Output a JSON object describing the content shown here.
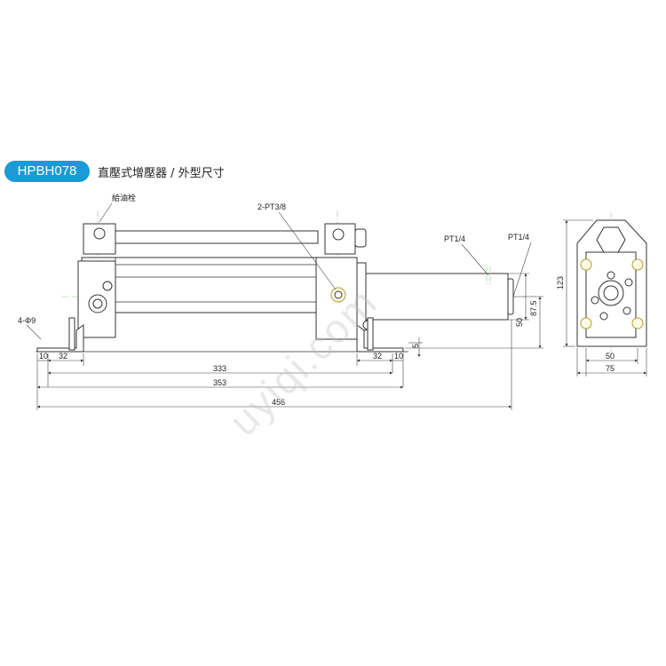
{
  "header": {
    "model_badge": "HPBH078",
    "subtitle": "直壓式增壓器 / 外型尺寸"
  },
  "labels": {
    "oil_plug": "給油栓",
    "port_pt38": "2-PT3/8",
    "port_pt14_a": "PT1/4",
    "port_pt14_b": "PT1/4",
    "holes": "4-Φ9"
  },
  "dimensions": {
    "foot_left_offset": "10",
    "foot_left_width": "32",
    "foot_right_width": "32",
    "foot_right_offset": "10",
    "span_333": "333",
    "span_353": "353",
    "overall_length": "456",
    "rod_height": "50",
    "center_height": "87.5",
    "foot_thickness": "5",
    "side_height": "123",
    "side_bolt_spacing": "50",
    "side_width": "75"
  },
  "watermark": "uyiqi.com"
}
